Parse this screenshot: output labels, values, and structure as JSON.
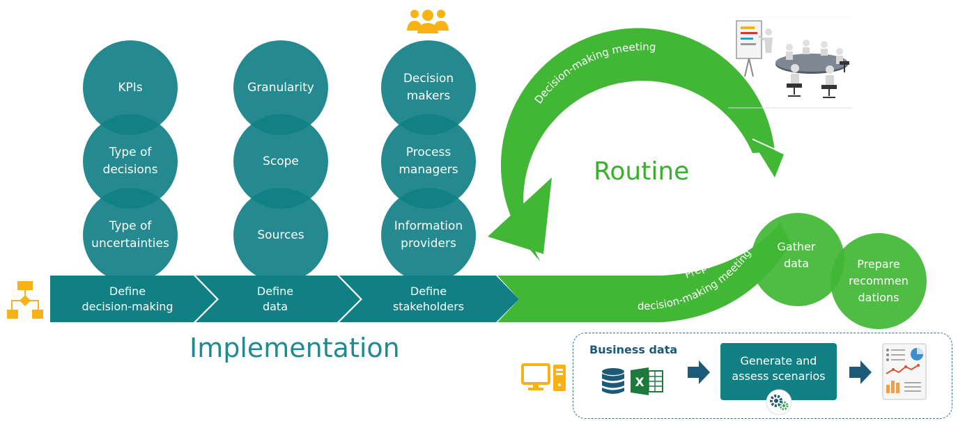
{
  "colors": {
    "teal": "#118085",
    "teal_dark": "#0c7177",
    "green": "#42b736",
    "green_text": "#3bb02f",
    "orange": "#f8b214",
    "navy": "#1b5a78"
  },
  "implementation": {
    "title": "Implementation",
    "columns": [
      {
        "circles": [
          "KPIs",
          "Type of\ndecisions",
          "Type of\nuncertainties"
        ]
      },
      {
        "circles": [
          "Granularity",
          "Scope",
          "Sources"
        ]
      },
      {
        "circles": [
          "Decision\nmakers",
          "Process\nmanagers",
          "Information\nproviders"
        ]
      }
    ],
    "steps": [
      "Define\ndecision-making",
      "Define\ndata",
      "Define\nstakeholders"
    ],
    "icons": {
      "flowchart": "flowchart-icon",
      "people": "people-group-icon"
    }
  },
  "routine": {
    "title": "Routine",
    "arc_top_label": "Decision-making meeting",
    "arc_bottom_label_1": "Prepare",
    "arc_bottom_label_2": "decision-making meeting",
    "meeting_image_icon": "meeting-illustration",
    "gather": "Gather\ndata",
    "prepare": "Prepare\nrecommen\ndations"
  },
  "panel": {
    "business_data": "Business data",
    "generate": "Generate and\nassess scenarios",
    "icons": [
      "computer-icon",
      "database-icon",
      "excel-icon",
      "arrow-right-icon",
      "gears-icon",
      "report-icon"
    ]
  }
}
